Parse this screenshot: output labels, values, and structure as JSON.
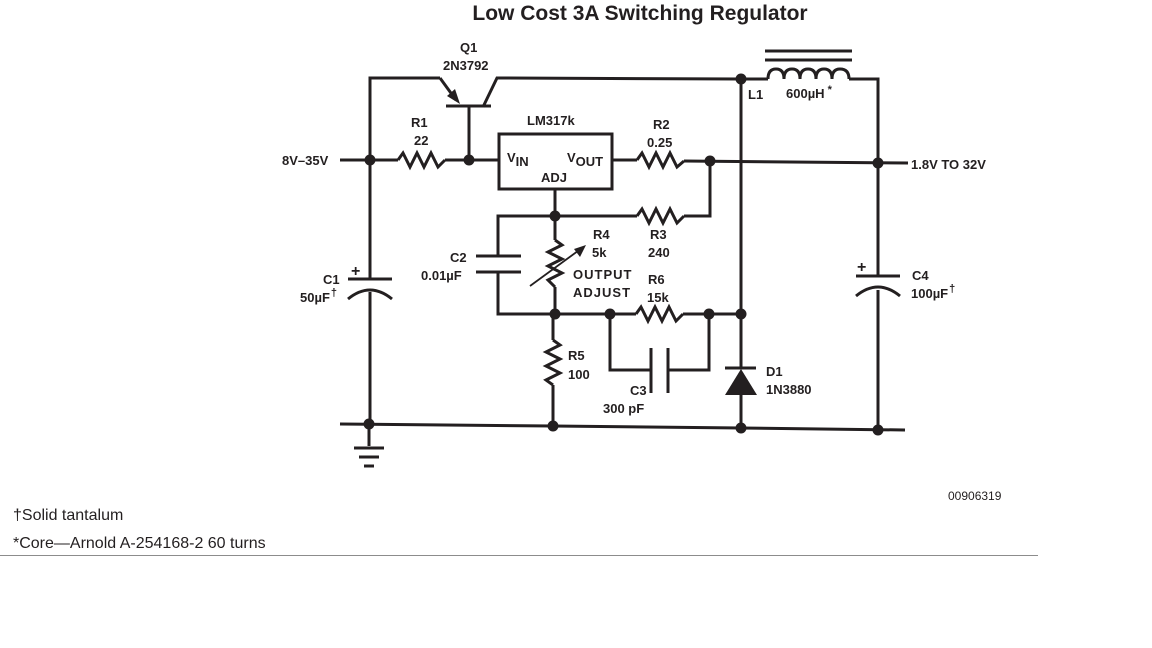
{
  "title": "Low Cost 3A Switching Regulator",
  "figure_number": "00906319",
  "footnotes": [
    "†Solid tantalum",
    "*Core—Arnold A-254168-2 60 turns"
  ],
  "nets": {
    "input": "8V–35V",
    "output": "1.8V TO 32V"
  },
  "components": {
    "q1": {
      "ref": "Q1",
      "value": "2N3792"
    },
    "r1": {
      "ref": "R1",
      "value": "22"
    },
    "ic": {
      "ref": "LM317k",
      "pin_vin": "V",
      "pin_vin_sub": "IN",
      "pin_vout": "V",
      "pin_vout_sub": "OUT",
      "pin_adj": "ADJ"
    },
    "r2": {
      "ref": "R2",
      "value": "0.25"
    },
    "l1": {
      "ref": "L1",
      "value": "600µH",
      "mark": "*"
    },
    "c1": {
      "ref": "C1",
      "value": "50µF",
      "mark": "†",
      "polarity": "+"
    },
    "c2": {
      "ref": "C2",
      "value": "0.01µF"
    },
    "r4": {
      "ref": "R4",
      "value": "5k",
      "desc_1": "OUTPUT",
      "desc_2": "ADJUST"
    },
    "r3": {
      "ref": "R3",
      "value": "240"
    },
    "r6": {
      "ref": "R6",
      "value": "15k"
    },
    "r5": {
      "ref": "R5",
      "value": "100"
    },
    "c3": {
      "ref": "C3",
      "value": "300 pF"
    },
    "d1": {
      "ref": "D1",
      "value": "1N3880"
    },
    "c4": {
      "ref": "C4",
      "value": "100µF",
      "mark": "†",
      "polarity": "+"
    }
  }
}
